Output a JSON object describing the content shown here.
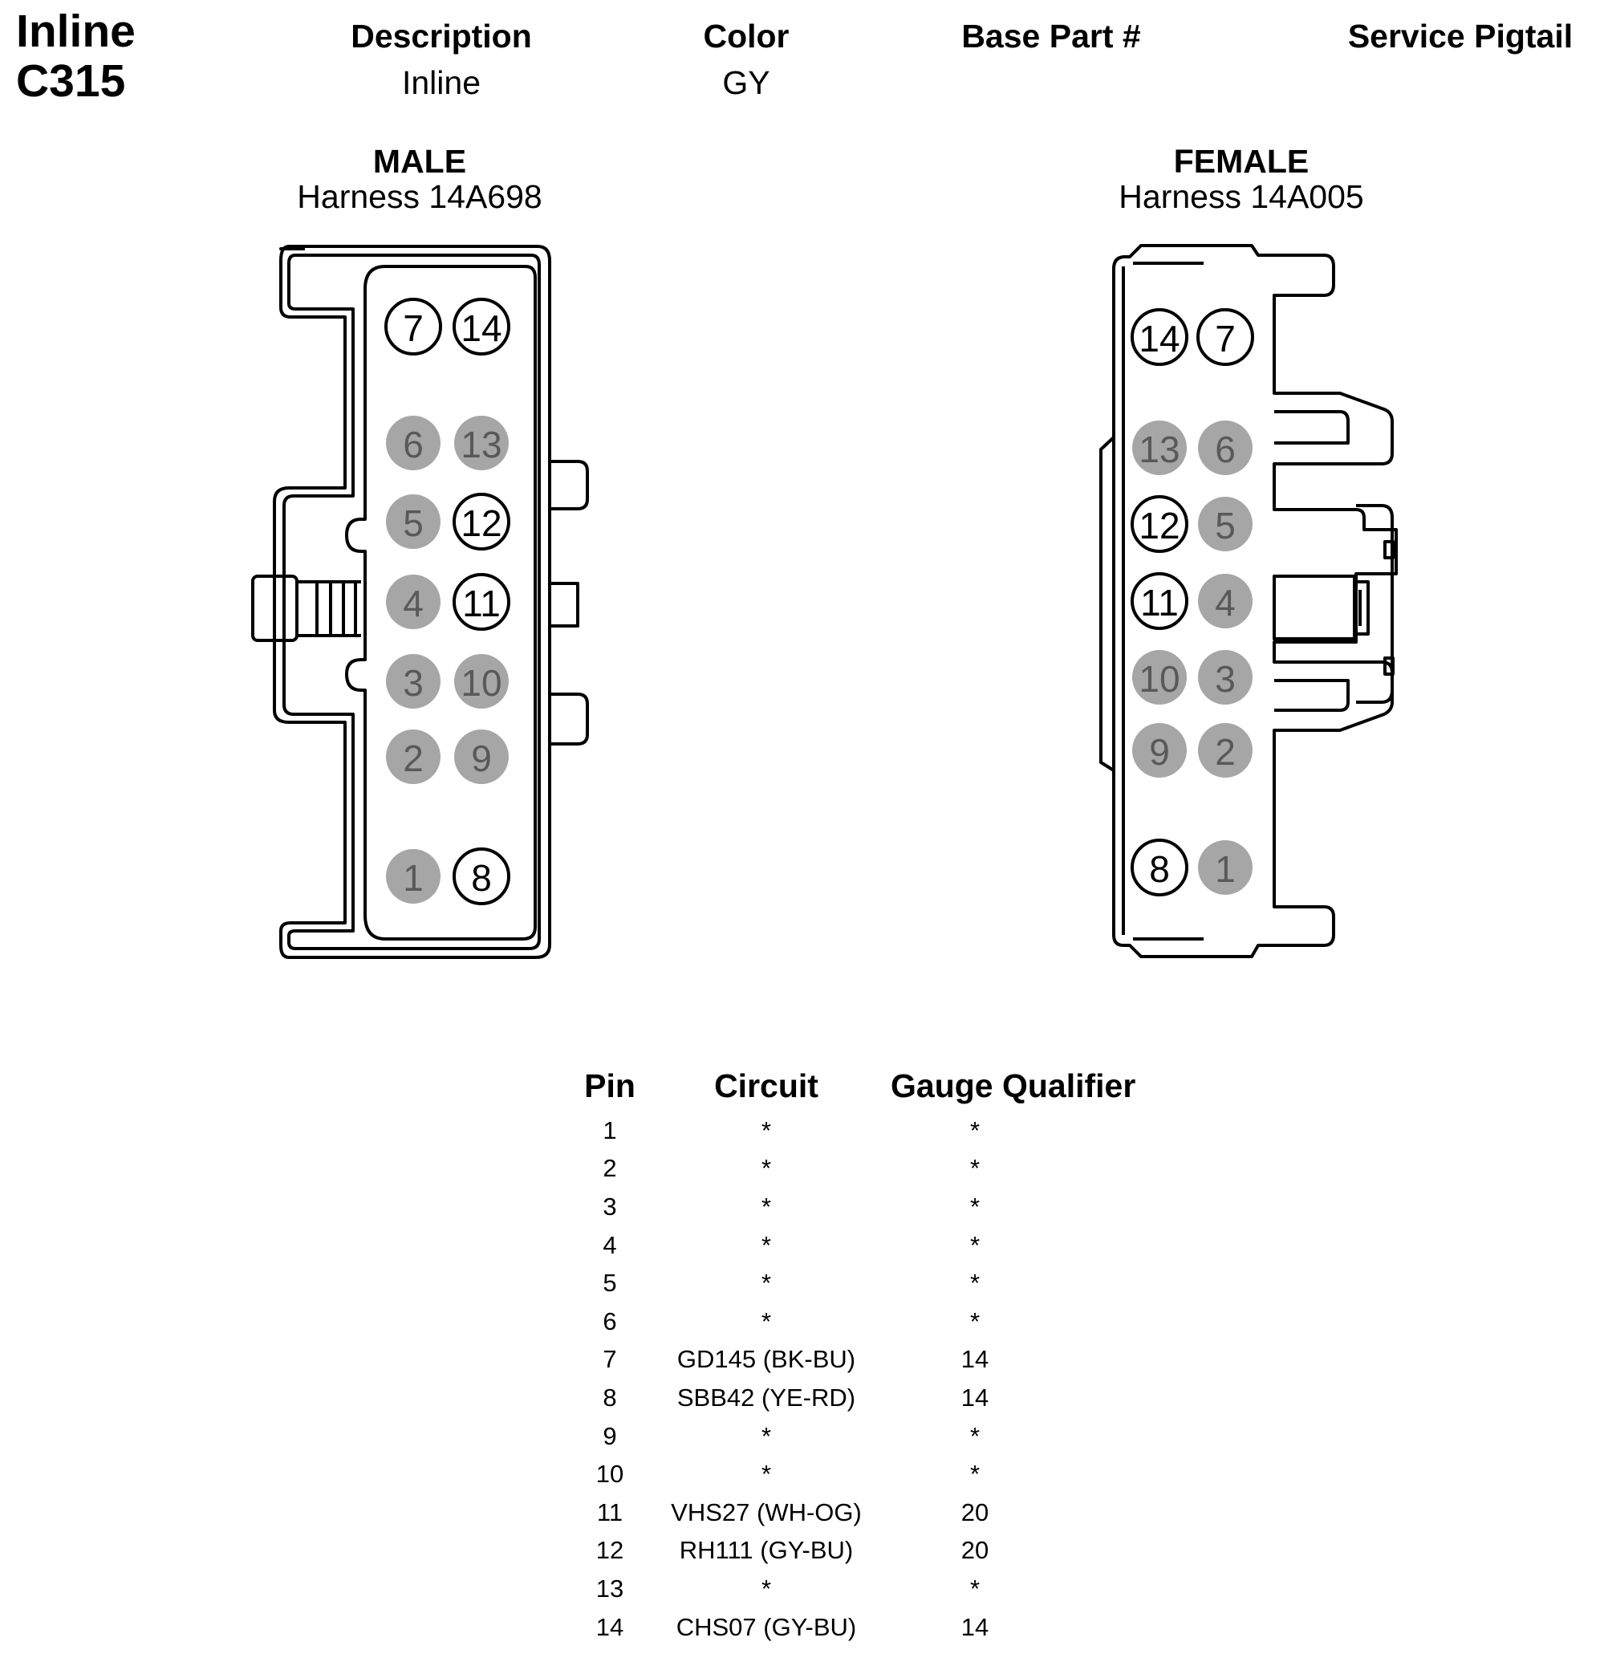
{
  "connector": {
    "type_label": "Inline",
    "id": "C315"
  },
  "header": {
    "description_label": "Description",
    "description_value": "Inline",
    "color_label": "Color",
    "color_value": "GY",
    "base_part_label": "Base Part #",
    "base_part_value": "",
    "service_pigtail_label": "Service Pigtail",
    "service_pigtail_value": ""
  },
  "male": {
    "title": "MALE",
    "harness": "Harness 14A698",
    "pins": [
      {
        "num": "7",
        "populated": true
      },
      {
        "num": "14",
        "populated": true
      },
      {
        "num": "6",
        "populated": false
      },
      {
        "num": "13",
        "populated": false
      },
      {
        "num": "5",
        "populated": false
      },
      {
        "num": "12",
        "populated": true
      },
      {
        "num": "4",
        "populated": false
      },
      {
        "num": "11",
        "populated": true
      },
      {
        "num": "3",
        "populated": false
      },
      {
        "num": "10",
        "populated": false
      },
      {
        "num": "2",
        "populated": false
      },
      {
        "num": "9",
        "populated": false
      },
      {
        "num": "1",
        "populated": false
      },
      {
        "num": "8",
        "populated": true
      }
    ]
  },
  "female": {
    "title": "FEMALE",
    "harness": "Harness 14A005",
    "pins": [
      {
        "num": "14",
        "populated": true
      },
      {
        "num": "7",
        "populated": true
      },
      {
        "num": "13",
        "populated": false
      },
      {
        "num": "6",
        "populated": false
      },
      {
        "num": "12",
        "populated": true
      },
      {
        "num": "5",
        "populated": false
      },
      {
        "num": "11",
        "populated": true
      },
      {
        "num": "4",
        "populated": false
      },
      {
        "num": "10",
        "populated": false
      },
      {
        "num": "3",
        "populated": false
      },
      {
        "num": "9",
        "populated": false
      },
      {
        "num": "2",
        "populated": false
      },
      {
        "num": "8",
        "populated": true
      },
      {
        "num": "1",
        "populated": false
      }
    ]
  },
  "colors": {
    "unpopulated_fill": "#a6a6a6",
    "unpopulated_text": "#595959",
    "outline": "#000000"
  },
  "pin_table": {
    "headers": [
      "Pin",
      "Circuit",
      "Gauge Qualifier"
    ],
    "rows": [
      {
        "pin": "1",
        "circuit": "*",
        "gauge": "*"
      },
      {
        "pin": "2",
        "circuit": "*",
        "gauge": "*"
      },
      {
        "pin": "3",
        "circuit": "*",
        "gauge": "*"
      },
      {
        "pin": "4",
        "circuit": "*",
        "gauge": "*"
      },
      {
        "pin": "5",
        "circuit": "*",
        "gauge": "*"
      },
      {
        "pin": "6",
        "circuit": "*",
        "gauge": "*"
      },
      {
        "pin": "7",
        "circuit": "GD145 (BK-BU)",
        "gauge": "14"
      },
      {
        "pin": "8",
        "circuit": "SBB42 (YE-RD)",
        "gauge": "14"
      },
      {
        "pin": "9",
        "circuit": "*",
        "gauge": "*"
      },
      {
        "pin": "10",
        "circuit": "*",
        "gauge": "*"
      },
      {
        "pin": "11",
        "circuit": "VHS27 (WH-OG)",
        "gauge": "20"
      },
      {
        "pin": "12",
        "circuit": "RH111 (GY-BU)",
        "gauge": "20"
      },
      {
        "pin": "13",
        "circuit": "*",
        "gauge": "*"
      },
      {
        "pin": "14",
        "circuit": "CHS07 (GY-BU)",
        "gauge": "14"
      }
    ]
  }
}
